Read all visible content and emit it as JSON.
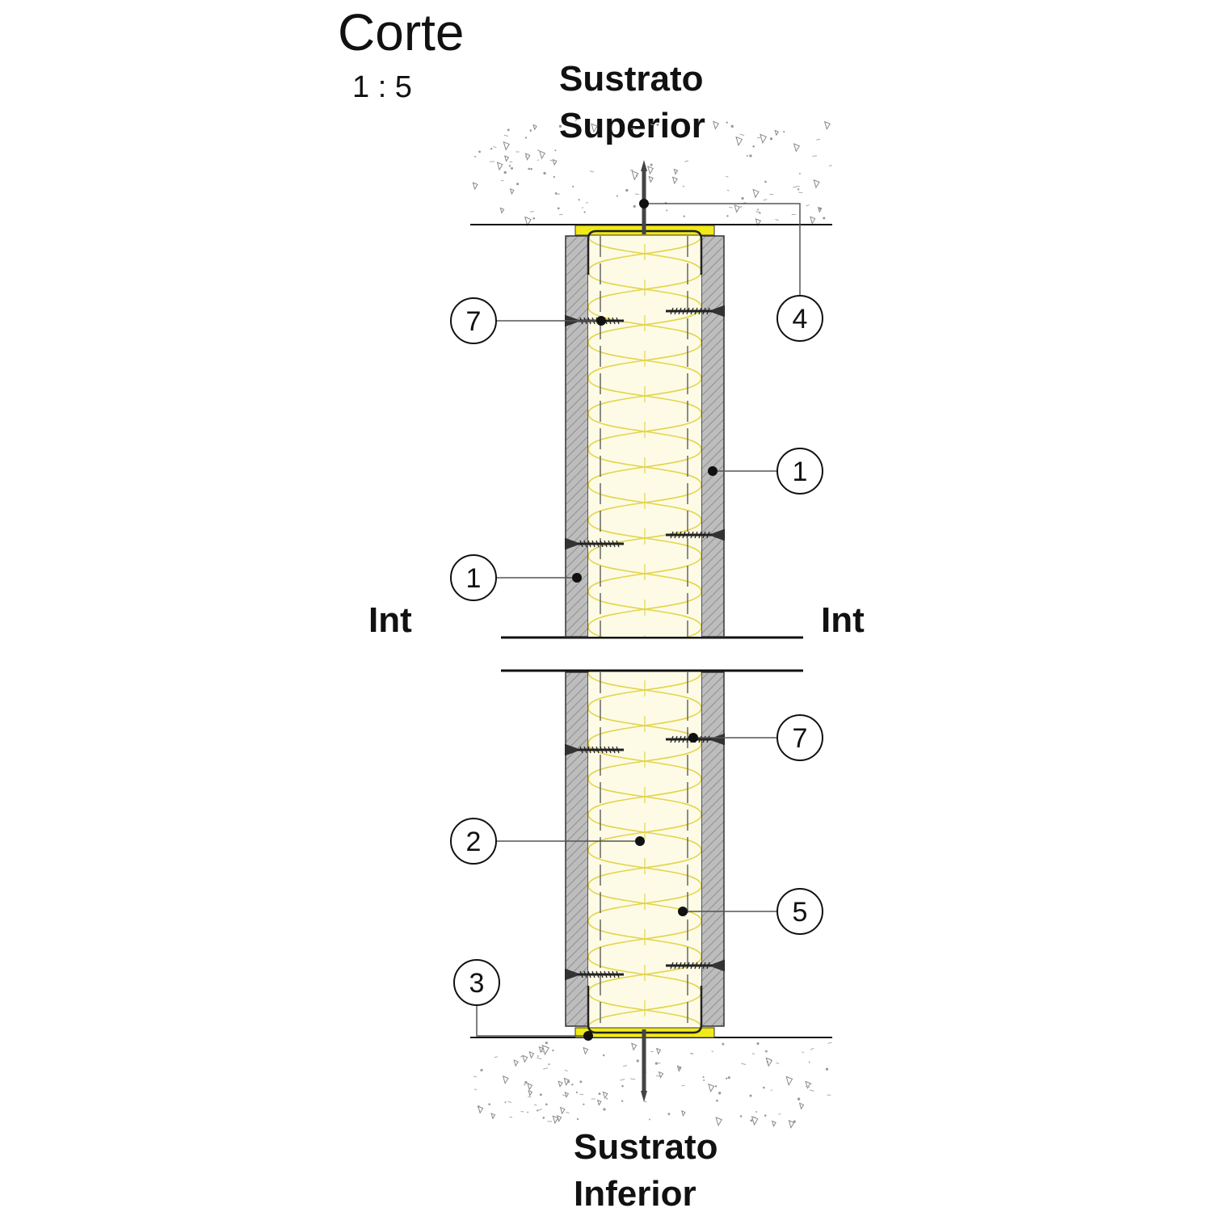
{
  "header": {
    "title": "Corte",
    "scale": "1 : 5"
  },
  "substrates": {
    "top": {
      "line1": "Sustrato",
      "line2": "Superior"
    },
    "bottom": {
      "line1": "Sustrato",
      "line2": "Inferior"
    }
  },
  "sides": {
    "left": "Int",
    "right": "Int"
  },
  "callouts": [
    {
      "id": "callout-7-top-left",
      "number": "7"
    },
    {
      "id": "callout-4-top-right",
      "number": "4"
    },
    {
      "id": "callout-1-right",
      "number": "1"
    },
    {
      "id": "callout-1-left",
      "number": "1"
    },
    {
      "id": "callout-7-right",
      "number": "7"
    },
    {
      "id": "callout-2-left",
      "number": "2"
    },
    {
      "id": "callout-5-right",
      "number": "5"
    },
    {
      "id": "callout-3-left",
      "number": "3"
    }
  ],
  "colors": {
    "board": "#bdbdbd",
    "insulation": "#fdfbe6",
    "insulation_wave": "#e3d44a",
    "gasket": "#f2ea17",
    "line": "#111111",
    "leader": "#555555"
  }
}
